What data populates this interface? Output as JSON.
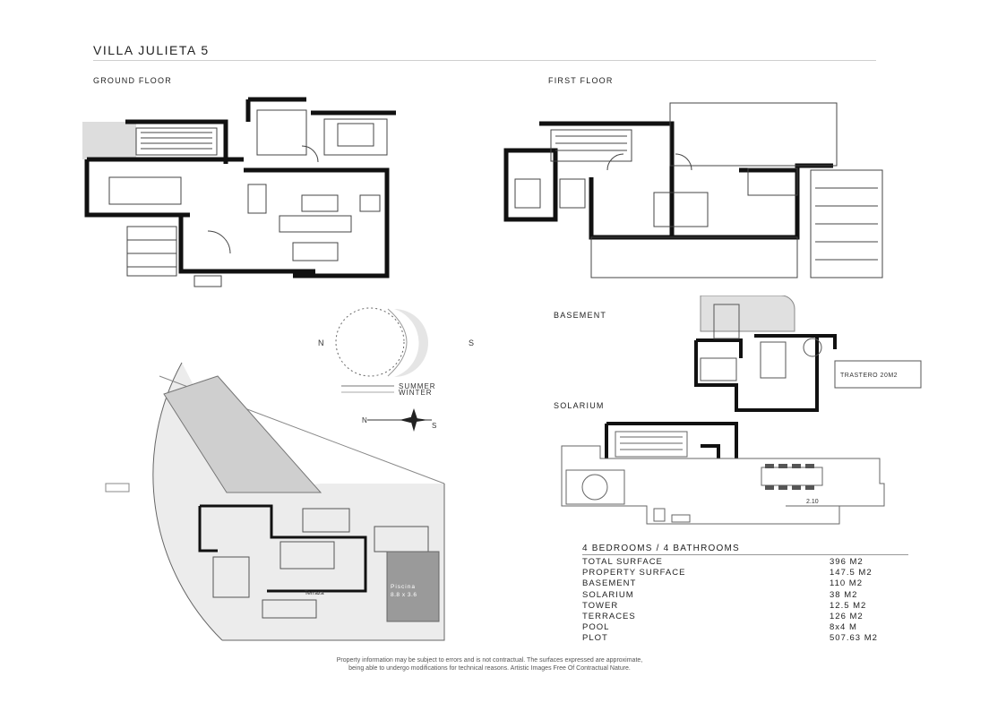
{
  "title": "VILLA JULIETA 5",
  "labels": {
    "ground_floor": "GROUND FLOOR",
    "first_floor": "FIRST FLOOR",
    "basement": "BASEMENT",
    "solarium": "SOLARIUM",
    "summer": "SUMMER",
    "winter": "WINTER",
    "terraza": "Terraza",
    "piscina": "Piscina",
    "piscina_size": "8.8 x 3.6",
    "trastero": "TRASTERO 20M2",
    "solarium_dim": "2.10",
    "compass_n": "N",
    "compass_s": "S"
  },
  "summary": {
    "title": "4 BEDROOMS / 4 BATHROOMS",
    "rows": [
      {
        "label": "TOTAL SURFACE",
        "value": "396 M2"
      },
      {
        "label": "PROPERTY SURFACE",
        "value": "147.5 M2"
      },
      {
        "label": "BASEMENT",
        "value": "110 M2"
      },
      {
        "label": "SOLARIUM",
        "value": "38 M2"
      },
      {
        "label": "TOWER",
        "value": "12.5 M2"
      },
      {
        "label": "TERRACES",
        "value": "126 M2"
      },
      {
        "label": "POOL",
        "value": "8x4 M"
      },
      {
        "label": "PLOT",
        "value": "507.63 M2"
      }
    ]
  },
  "disclaimer": {
    "line1": "Property information may be subject to errors and is not contractual. The surfaces expressed are approximate,",
    "line2": "being able to undergo modifications for technical reasons. Artistic Images Free Of Contractual Nature."
  }
}
